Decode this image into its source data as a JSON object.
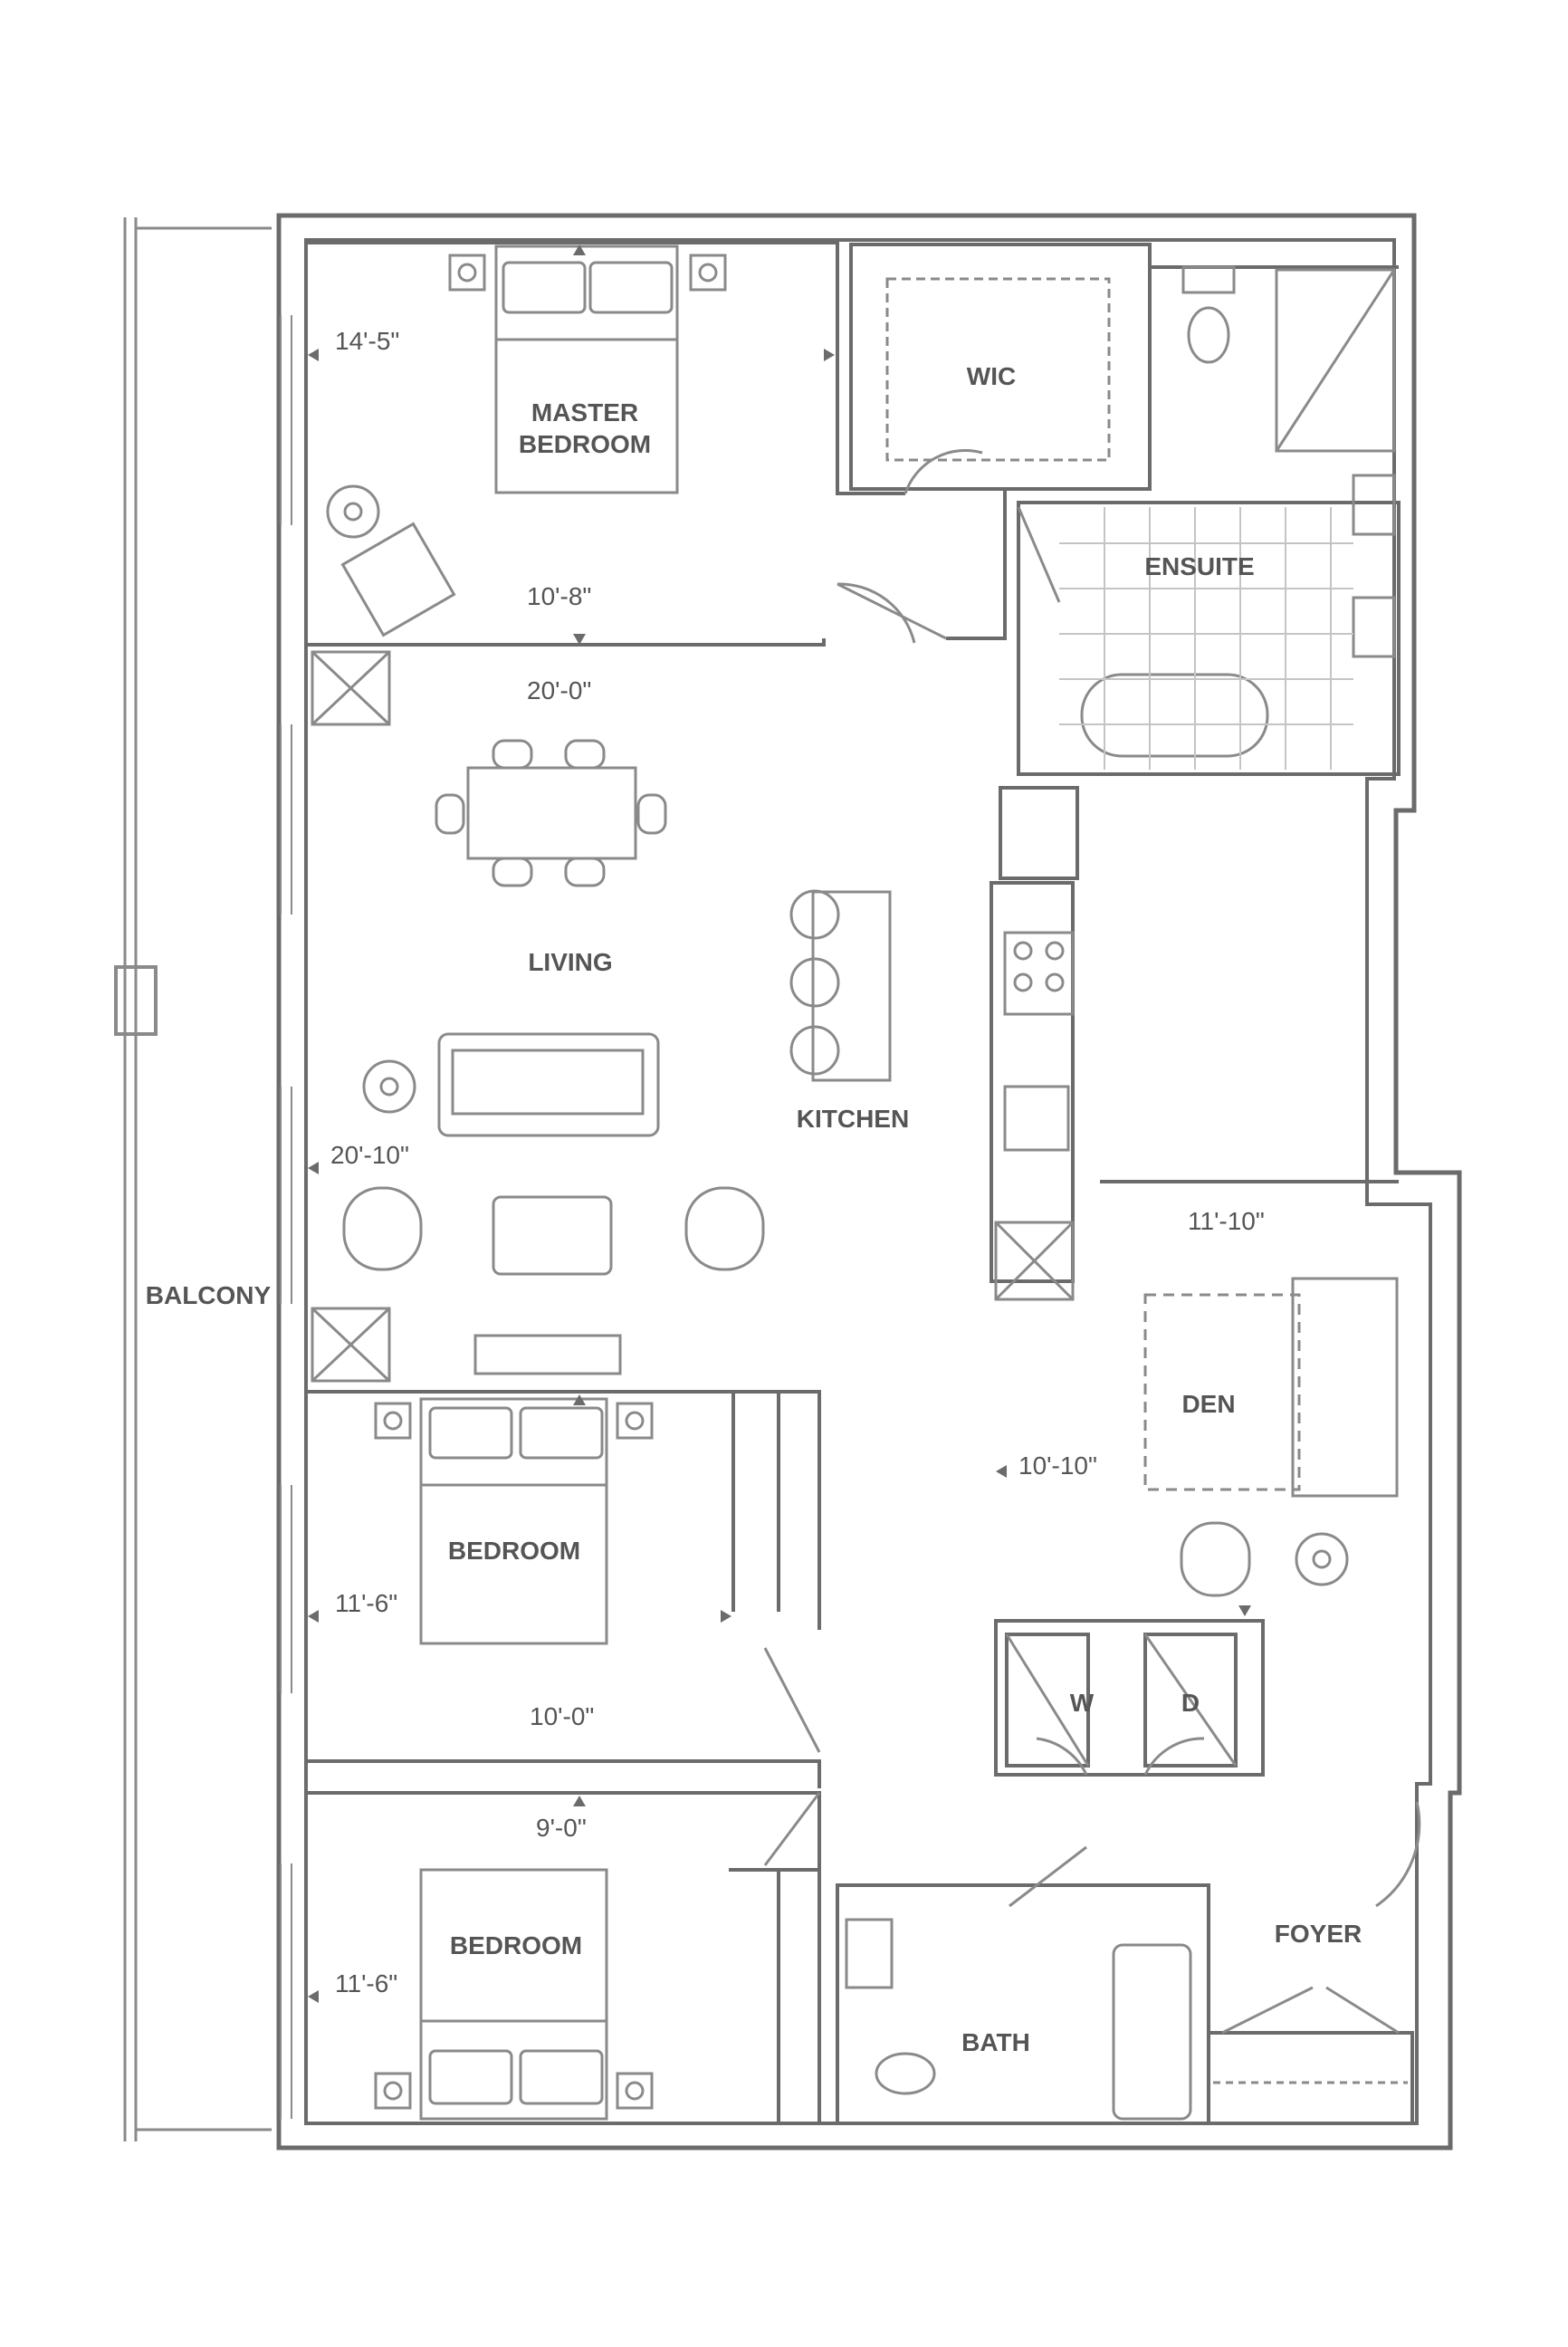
{
  "plan": {
    "rooms": {
      "master_bedroom_line1": "MASTER",
      "master_bedroom_line2": "BEDROOM",
      "wic": "WIC",
      "ensuite": "ENSUITE",
      "living": "LIVING",
      "kitchen": "KITCHEN",
      "den": "DEN",
      "bedroom_2": "BEDROOM",
      "bedroom_3": "BEDROOM",
      "bath": "BATH",
      "foyer": "FOYER",
      "balcony": "BALCONY",
      "washer": "W",
      "dryer": "D"
    },
    "dimensions": {
      "master_width": "14'-5\"",
      "master_depth": "10'-8\"",
      "living_depth": "20'-0\"",
      "living_width": "20'-10\"",
      "den_width": "11'-10\"",
      "den_depth": "10'-10\"",
      "bedroom2_width": "11'-6\"",
      "bedroom2_depth": "10'-0\"",
      "bedroom3_depth": "9'-0\"",
      "bedroom3_width": "11'-6\""
    },
    "colors": {
      "wall": "#6b6b6b",
      "fixture": "#8a8a8a",
      "text": "#555555"
    }
  }
}
